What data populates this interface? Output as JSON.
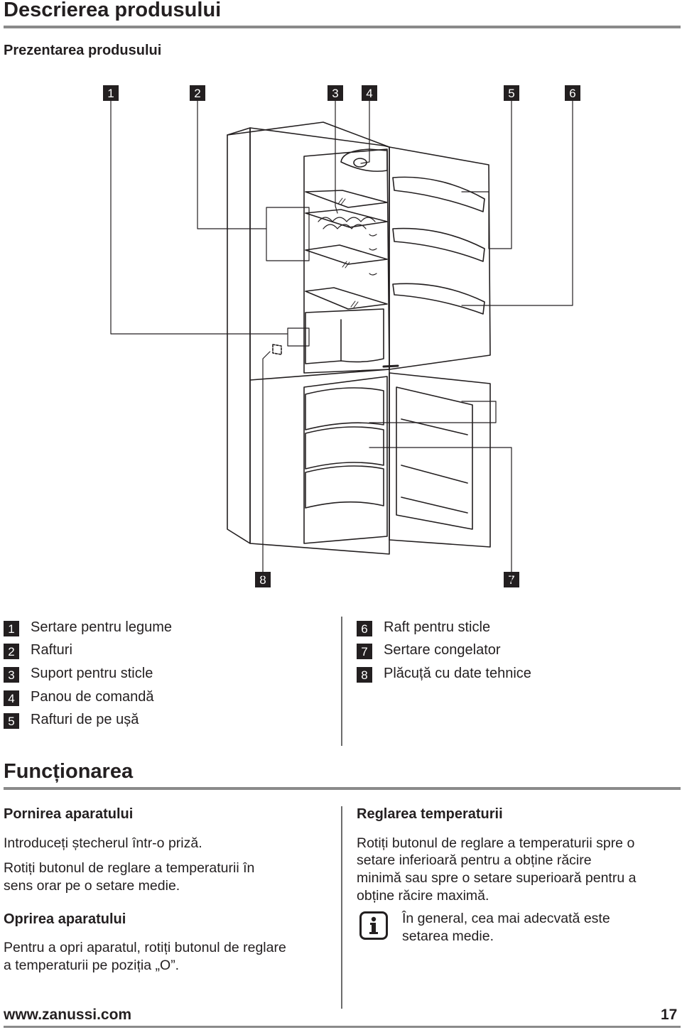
{
  "header": {
    "title": "Descrierea produsului",
    "subtitle": "Prezentarea produsului"
  },
  "diagram": {
    "top_numbers": [
      "1",
      "2",
      "3",
      "4",
      "5",
      "6"
    ],
    "bottom_numbers": [
      "8",
      "7"
    ]
  },
  "legend": {
    "left": [
      {
        "num": "1",
        "label": "Sertare pentru legume"
      },
      {
        "num": "2",
        "label": "Rafturi"
      },
      {
        "num": "3",
        "label": "Suport pentru sticle"
      },
      {
        "num": "4",
        "label": "Panou de comandă"
      },
      {
        "num": "5",
        "label": "Rafturi de pe ușă"
      }
    ],
    "right": [
      {
        "num": "6",
        "label": "Raft pentru sticle"
      },
      {
        "num": "7",
        "label": "Sertare congelator"
      },
      {
        "num": "8",
        "label": "Plăcuță cu date tehnice"
      }
    ]
  },
  "section2": {
    "title": "Funcționarea",
    "left": {
      "h1": "Pornirea aparatului",
      "p1": "Introduceți ștecherul într-o priză.",
      "p2a": "Rotiți butonul de reglare a temperaturii în",
      "p2b": "sens orar pe o setare medie.",
      "h2": "Oprirea aparatului",
      "p3a": "Pentru a opri aparatul, rotiți butonul de reglare",
      "p3b": "a temperaturii pe poziția „O”."
    },
    "right": {
      "h1": "Reglarea temperaturii",
      "p1a": "Rotiți butonul de reglare a temperaturii spre o",
      "p1b": "setare inferioară pentru a obține răcire",
      "p1c": "minimă sau spre o setare superioară pentru a",
      "p1d": "obține răcire maximă.",
      "note_a": "În general, cea mai adecvată este",
      "note_b": "setarea medie."
    }
  },
  "footer": {
    "url": "www.zanussi.com",
    "page": "17"
  }
}
